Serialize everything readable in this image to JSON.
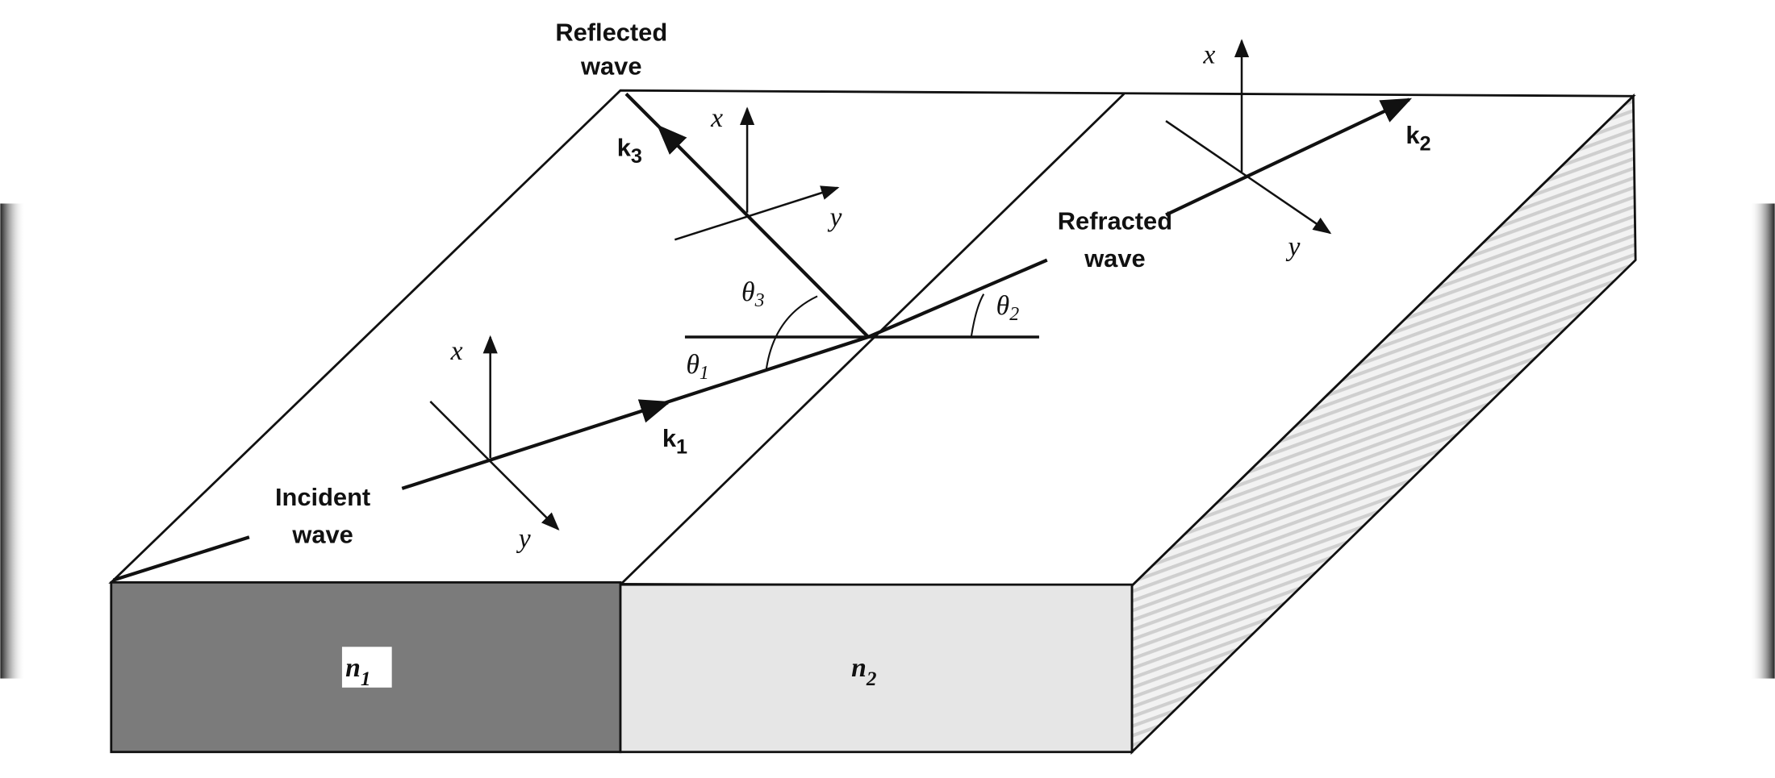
{
  "labels": {
    "reflected_line1": "Reflected",
    "reflected_line2": "wave",
    "refracted_line1": "Refracted",
    "refracted_line2": "wave",
    "incident_line1": "Incident",
    "incident_line2": "wave"
  },
  "vectors": {
    "k1": "k",
    "k1_sub": "1",
    "k2": "k",
    "k2_sub": "2",
    "k3": "k",
    "k3_sub": "3"
  },
  "angles": {
    "theta": "θ",
    "t1": "1",
    "t2": "2",
    "t3": "3"
  },
  "axes": {
    "x": "x",
    "y": "y"
  },
  "media": {
    "n": "n",
    "n1_sub": "1",
    "n2_sub": "2"
  },
  "colors": {
    "medium1": "#7b7b7b",
    "medium2": "#e6e6e6",
    "side": "#dcdcdc"
  }
}
